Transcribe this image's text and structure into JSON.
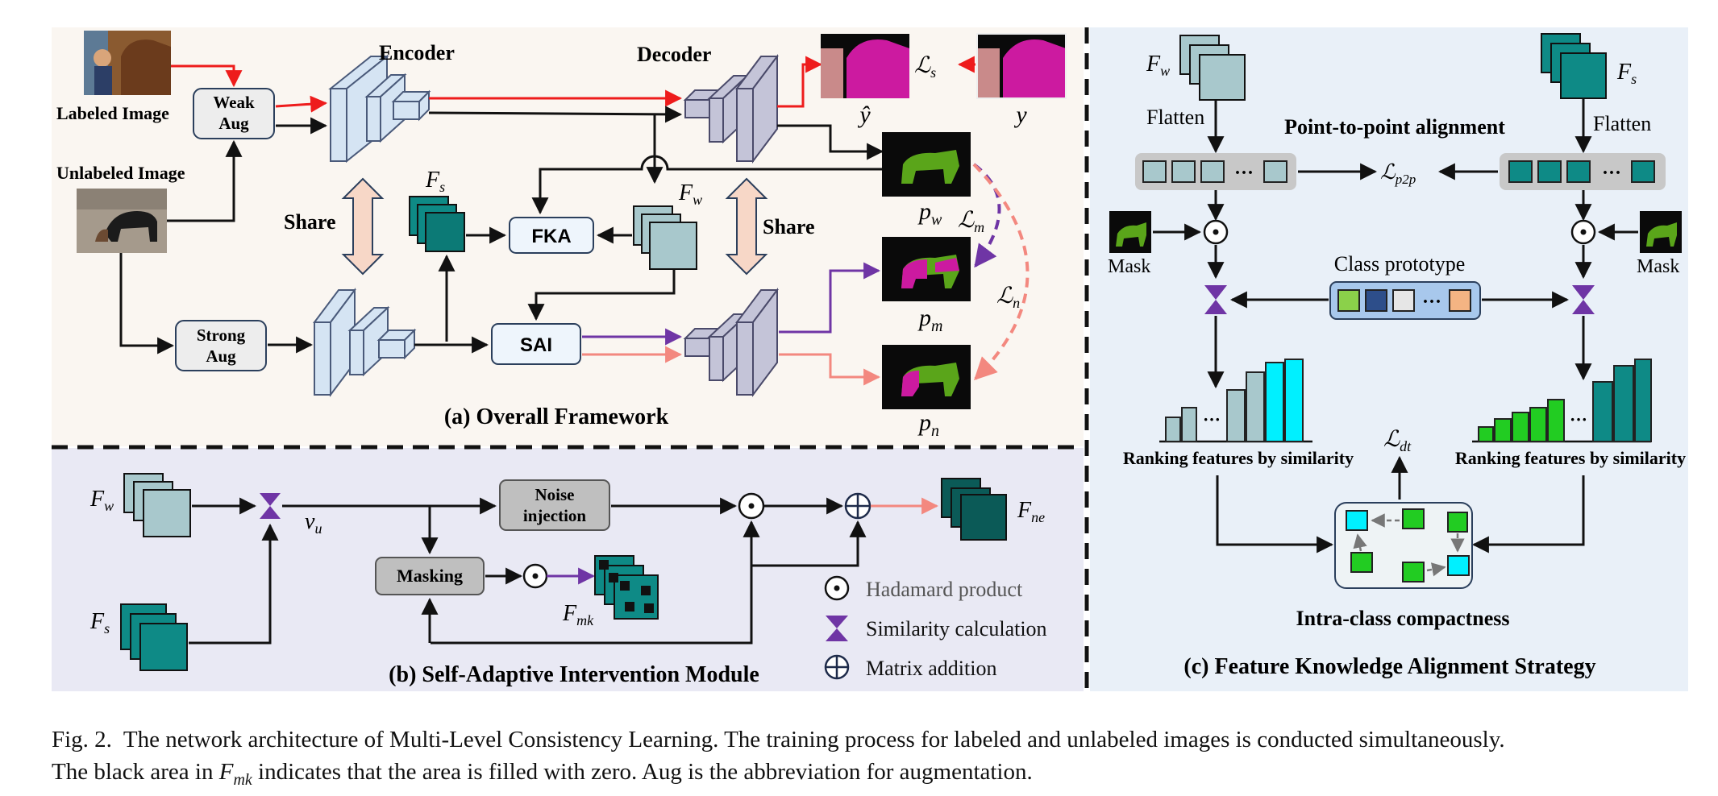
{
  "colors": {
    "panel_a_bg": "#faf6f1",
    "panel_b_bg": "#e9e9f4",
    "panel_c_bg": "#e9f0f8",
    "light_feature": "#a8c8cc",
    "dark_feature": "#0e8a86",
    "darkest_feature": "#0b5a57",
    "red_arrow": "#ee1c1c",
    "purple_arrow": "#6f35a5",
    "salmon_arrow": "#f3887f",
    "cyan_bar": "#00f0ff",
    "green_bar": "#22cc22",
    "magenta_mask": "#d0159a",
    "green_mask": "#5aa51a"
  },
  "panel_a": {
    "title": "(a) Overall Framework",
    "labeled_image": "Labeled Image",
    "unlabeled_image": "Unlabeled Image",
    "weak_aug_1": "Weak",
    "weak_aug_2": "Aug",
    "strong_aug_1": "Strong",
    "strong_aug_2": "Aug",
    "encoder": "Encoder",
    "decoder": "Decoder",
    "share_left": "Share",
    "share_right": "Share",
    "fka": "FKA",
    "sai": "SAI",
    "fs_base": "F",
    "fs_sub": "s",
    "fw_base": "F",
    "fw_sub": "w",
    "loss_s_base": "ℒ",
    "loss_s_sub": "s",
    "loss_m_base": "ℒ",
    "loss_m_sub": "m",
    "loss_n_base": "ℒ",
    "loss_n_sub": "n",
    "yhat": "ŷ",
    "y": "y",
    "pw_base": "p",
    "pw_sub": "w",
    "pm_base": "p",
    "pm_sub": "m",
    "pn_base": "p",
    "pn_sub": "n"
  },
  "panel_b": {
    "title": "(b) Self-Adaptive Intervention Module",
    "fw_base": "F",
    "fw_sub": "w",
    "fs_base": "F",
    "fs_sub": "s",
    "vu_base": "v",
    "vu_sub": "u",
    "noise_1": "Noise",
    "noise_2": "injection",
    "masking": "Masking",
    "fmk_base": "F",
    "fmk_sub": "mk",
    "fne_base": "F",
    "fne_sub": "ne",
    "legend": [
      {
        "icon": "hadamard-icon",
        "label": "Hadamard product"
      },
      {
        "icon": "similarity-icon",
        "label": "Similarity calculation"
      },
      {
        "icon": "matrix-addition-icon",
        "label": "Matrix addition"
      }
    ]
  },
  "panel_c": {
    "title": "(c) Feature Knowledge Alignment Strategy",
    "fw_base": "F",
    "fw_sub": "w",
    "fs_base": "F",
    "fs_sub": "s",
    "flatten_left": "Flatten",
    "flatten_right": "Flatten",
    "p2p_title": "Point-to-point alignment",
    "lp2p_base": "ℒ",
    "lp2p_sub": "p2p",
    "mask_left": "Mask",
    "mask_right": "Mask",
    "class_prototype": "Class prototype",
    "rank_left": "Ranking features by similarity",
    "rank_right": "Ranking features by similarity",
    "ldt_base": "ℒ",
    "ldt_sub": "dt",
    "compactness": "Intra-class compactness",
    "dots": "···"
  },
  "caption": {
    "line1": "Fig. 2.  The network architecture of Multi-Level Consistency Learning. The training process for labeled and unlabeled images is conducted simultaneously.",
    "line2_a": "The black area in ",
    "line2_math_base": "F",
    "line2_math_sub": "mk",
    "line2_b": " indicates that the area is filled with zero. Aug is the abbreviation for augmentation."
  }
}
